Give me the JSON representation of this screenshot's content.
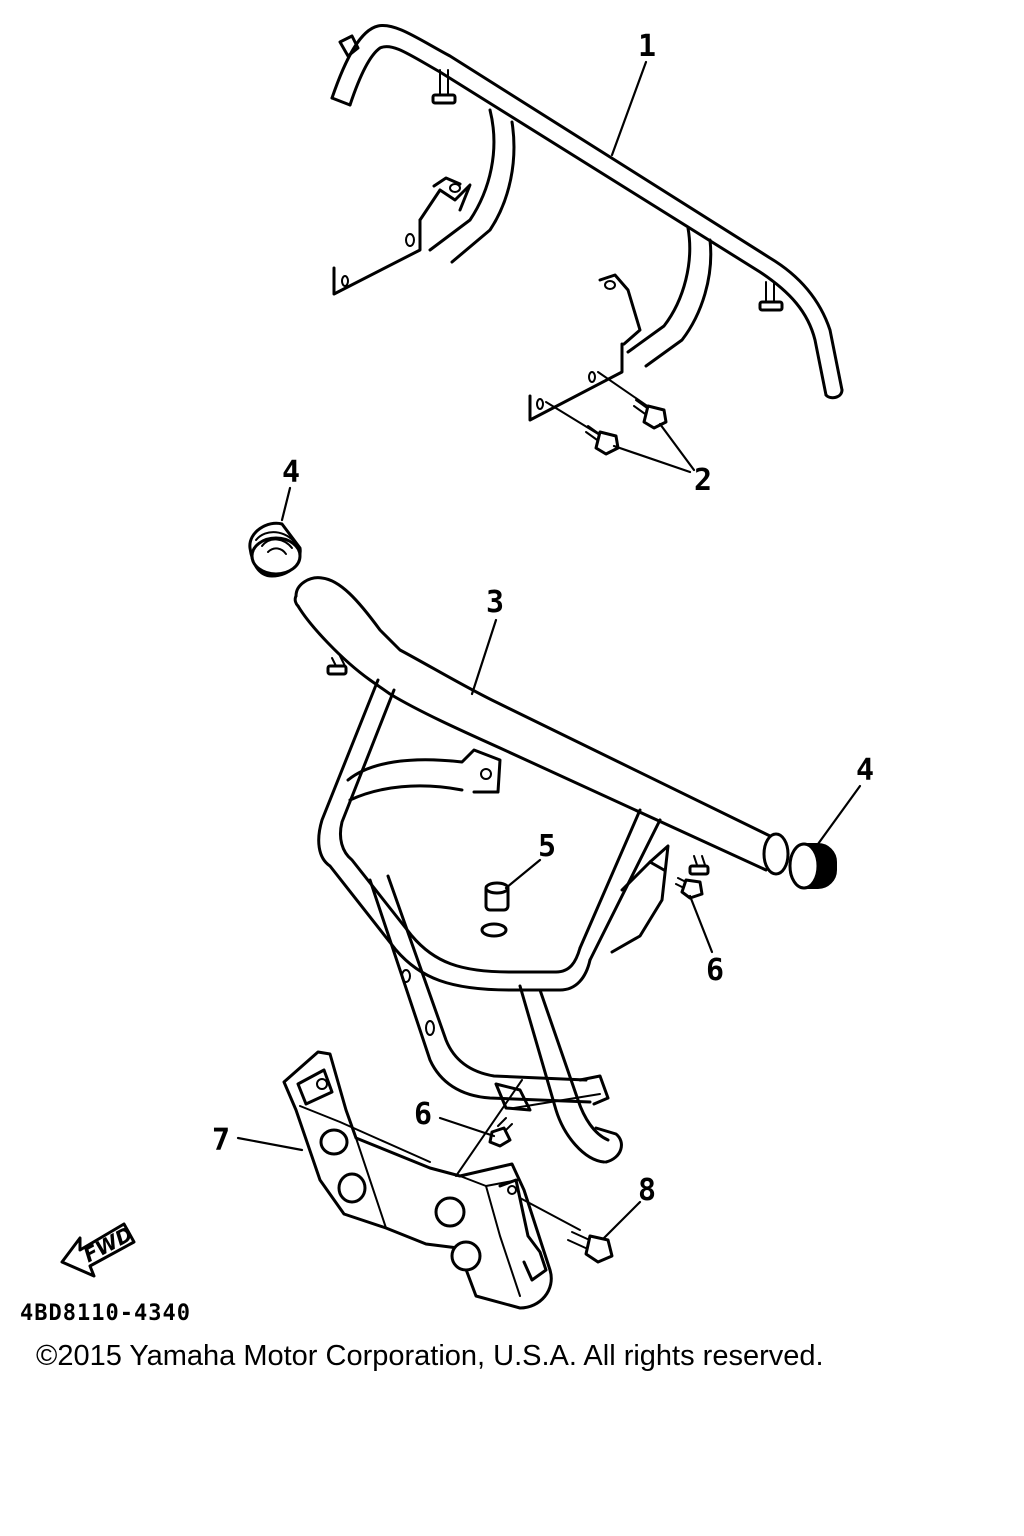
{
  "callouts": {
    "c1": "1",
    "c2": "2",
    "c3": "3",
    "c4a": "4",
    "c4b": "4",
    "c5": "5",
    "c6a": "6",
    "c6b": "6",
    "c7": "7",
    "c8": "8"
  },
  "fwd_label": "FWD",
  "diagram_code": "4BD8110-4340",
  "copyright": "©2015 Yamaha Motor Corporation, U.S.A. All rights reserved."
}
